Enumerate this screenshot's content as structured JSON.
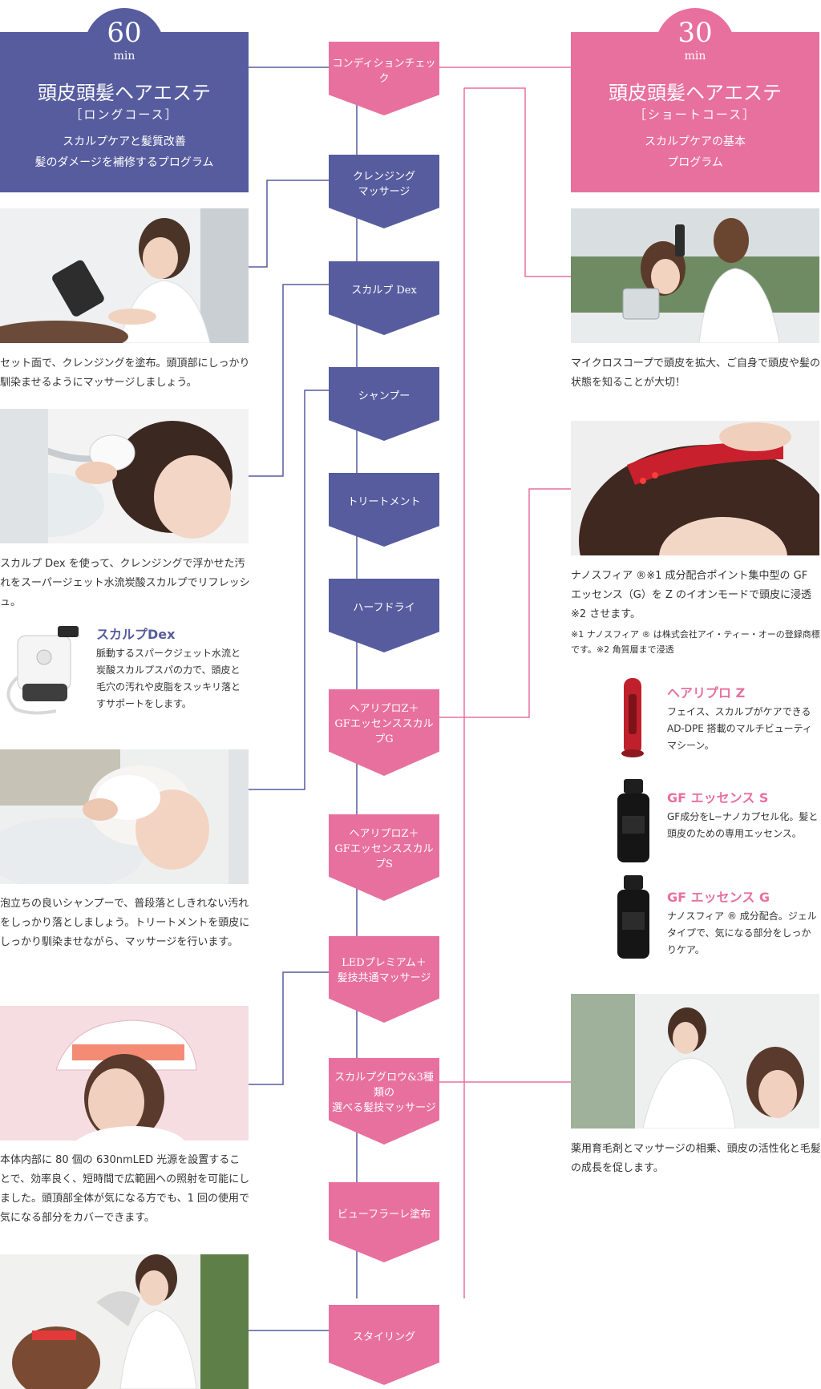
{
  "colors": {
    "long_course": "#565c9e",
    "short_course": "#e8709e"
  },
  "long_course": {
    "minutes": "60",
    "unit": "min",
    "title": "頭皮頭髪ヘアエステ",
    "subtitle": "［ロングコース］",
    "description": "スカルプケアと髪質改善\n髪のダメージを補修するプログラム"
  },
  "short_course": {
    "minutes": "30",
    "unit": "min",
    "title": "頭皮頭髪ヘアエステ",
    "subtitle": "［ショートコース］",
    "description": "スカルプケアの基本\nプログラム"
  },
  "steps": [
    {
      "label": "コンディションチェック"
    },
    {
      "label": "クレンジング\nマッサージ"
    },
    {
      "label": "スカルプ Dex"
    },
    {
      "label": "シャンプー"
    },
    {
      "label": "トリートメント"
    },
    {
      "label": "ハーフドライ"
    },
    {
      "label": "ヘアリプロZ＋\nGFエッセンススカルプG"
    },
    {
      "label": "ヘアリプロZ＋\nGFエッセンススカルプS"
    },
    {
      "label": "LEDプレミアム＋\n髪技共通マッサージ"
    },
    {
      "label": "スカルプグロウ&3種類の\n選べる髪技マッサージ"
    },
    {
      "label": "ビューフラーレ塗布"
    },
    {
      "label": "スタイリング"
    }
  ],
  "left_texts": {
    "cleansing": "セット面で、クレンジングを塗布。頭頂部にしっかり馴染ませるようにマッサージしましょう。",
    "scalp_dex": "スカルプ Dex を使って、クレンジングで浮かせた汚れをスーパージェット水流炭酸スカルプでリフレッシュ。",
    "shampoo": "泡立ちの良いシャンプーで、普段落としきれない汚れをしっかり落としましょう。トリートメントを頭皮にしっかり馴染ませながら、マッサージを行います。",
    "led": "本体内部に 80 個の 630nmLED 光源を設置することで、効率良く、短時間で広範囲への照射を可能にしました。頭頂部全体が気になる方でも、1 回の使用で気になる部分をカバーできます。"
  },
  "right_texts": {
    "check": "マイクロスコープで頭皮を拡大、ご自身で頭皮や髪の状態を知ることが大切！",
    "hairpro": "ナノスフィア ®※1 成分配合ポイント集中型の GF エッセンス（G）を Z のイオンモードで頭皮に浸透※2 させます。",
    "hairpro_note": "※1 ナノスフィア ® は株式会社アイ・ティー・オーの登録商標です。※2 角質層まで浸透",
    "massage": "薬用育毛剤とマッサージの相乗、頭皮の活性化と毛髪の成長を促します。"
  },
  "products": {
    "scalp_dex": {
      "name": "スカルプDex",
      "desc": "脈動するスパークジェット水流と炭酸スカルプスパの力で、頭皮と毛穴の汚れや皮脂をスッキリ落とすサポートをします。"
    },
    "hair_repro_z": {
      "name": "ヘアリプロ Z",
      "desc": "フェイス、スカルプがケアできるAD-DPE 搭載のマルチビューティマシーン。"
    },
    "gf_essence_s": {
      "name": "GF エッセンス S",
      "desc": "GF成分をL−ナノカプセル化。髪と頭皮のための専用エッセンス。"
    },
    "gf_essence_g": {
      "name": "GF エッセンス G",
      "desc": "ナノスフィア ® 成分配合。ジェルタイプで、気になる部分をしっかりケア。"
    }
  }
}
